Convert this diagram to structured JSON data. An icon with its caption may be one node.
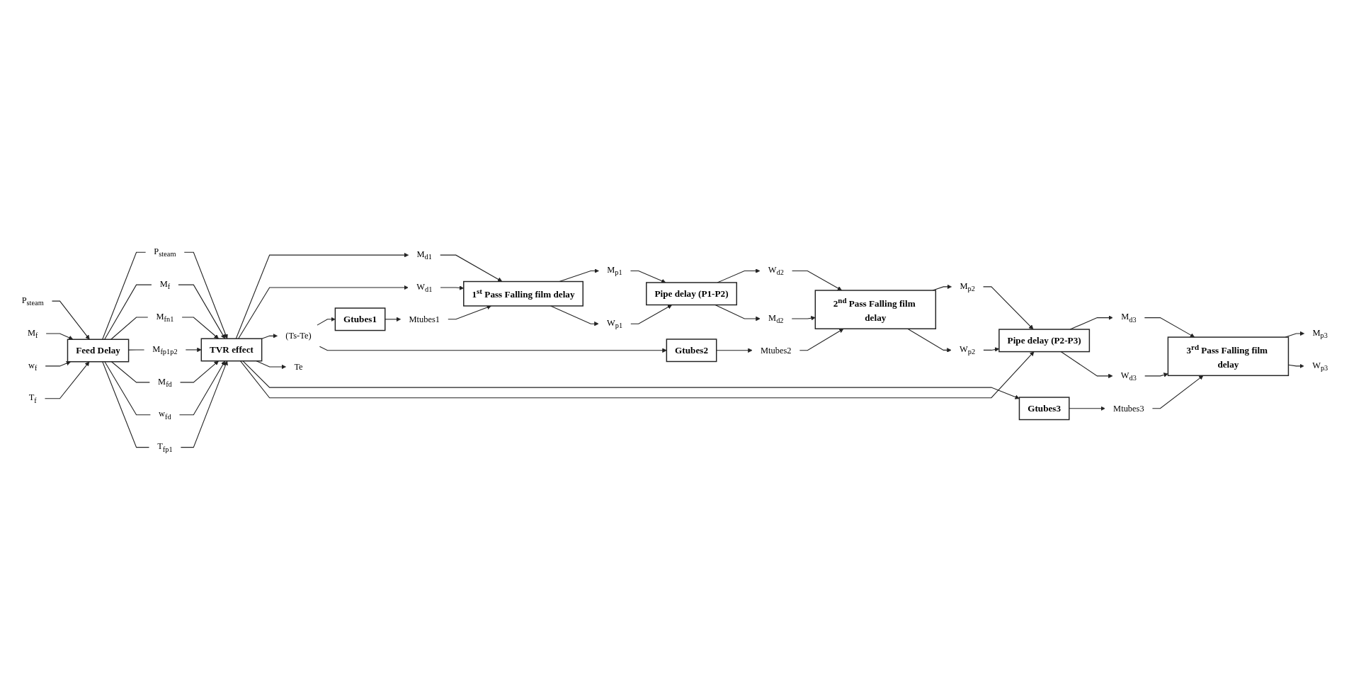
{
  "diagram": {
    "nodes": [
      {
        "text": [
          "TVR effect"
        ]
      },
      {
        "text": [
          "P$_{steam}$"
        ]
      },
      {
        "text": [
          "M$_{f}$"
        ]
      },
      {
        "text": [
          "Feed Delay"
        ]
      },
      {
        "text": [
          "P$_{steam}$"
        ]
      },
      {
        "text": [
          "M$_{d1}$"
        ]
      },
      {
        "text": [
          "1$^{st}$ Pass Falling film delay"
        ]
      },
      {
        "text": [
          "M$_{f}$"
        ]
      },
      {
        "text": [
          "M$_{fn1}$"
        ]
      },
      {
        "text": [
          "M$_{p1}$"
        ]
      },
      {
        "text": [
          "W$_{d1}$"
        ]
      },
      {
        "text": [
          "M$_{fp1p2}$"
        ]
      },
      {
        "text": [
          "W$_{p1}$"
        ]
      },
      {
        "text": [
          "Gtubes1"
        ]
      },
      {
        "text": [
          "Mtubes1"
        ]
      },
      {
        "text": [
          "(Ts-Te)"
        ]
      },
      {
        "text": [
          "M$_{fd}$"
        ]
      },
      {
        "text": [
          "w$_{f}$"
        ]
      },
      {
        "text": [
          "w$_{fd}$"
        ]
      },
      {
        "text": [
          "T$_{f}$"
        ]
      },
      {
        "text": [
          "Te"
        ]
      },
      {
        "text": [
          "T$_{fp1}$"
        ]
      },
      {
        "text": [
          "Pipe delay (P1-P2)"
        ]
      },
      {
        "text": [
          "Gtubes3"
        ]
      },
      {
        "text": [
          "Mtubes3"
        ]
      },
      {
        "text": [
          "Mtubes2"
        ]
      },
      {
        "text": [
          "Gtubes2"
        ]
      },
      {
        "text": [
          "W$_{d2}$"
        ]
      },
      {
        "text": [
          "M$_{d2}$"
        ]
      },
      {
        "text": [
          "2$^{nd}$ Pass Falling film delay"
        ]
      },
      {
        "text": [
          "Pipe delay (P2-P3)"
        ]
      },
      {
        "text": [
          "3$^{rd}$ Pass Falling film delay"
        ]
      },
      {
        "text": [
          "M$_{p2}$"
        ]
      },
      {
        "text": [
          "M$_{d3}$"
        ]
      },
      {
        "text": [
          "M$_{p3}$"
        ]
      },
      {
        "text": [
          "W$_{p2}$"
        ]
      },
      {
        "text": [
          "W$_{d3}$"
        ]
      },
      {
        "text": [
          "W$_{p3}$"
        ]
      }
    ],
    "edges": [
      {
        "from": 4,
        "to": 3,
        "arrow": "to"
      },
      {
        "from": 7,
        "to": 3,
        "arrow": "to"
      },
      {
        "from": 17,
        "to": 3,
        "arrow": "to"
      },
      {
        "from": 19,
        "to": 3,
        "arrow": "to"
      },
      {
        "from": 3,
        "to": 1,
        "arrow": "none"
      },
      {
        "from": 3,
        "to": 2,
        "arrow": "none"
      },
      {
        "from": 3,
        "to": 8,
        "arrow": "none"
      },
      {
        "from": 3,
        "to": 11,
        "arrow": "none"
      },
      {
        "from": 3,
        "to": 16,
        "arrow": "none"
      },
      {
        "from": 3,
        "to": 18,
        "arrow": "none"
      },
      {
        "from": 3,
        "to": 21,
        "arrow": "none"
      },
      {
        "from": 1,
        "to": 0,
        "arrow": "to"
      },
      {
        "from": 2,
        "to": 0,
        "arrow": "to"
      },
      {
        "from": 8,
        "to": 0,
        "arrow": "to"
      },
      {
        "from": 11,
        "to": 0,
        "arrow": "to"
      },
      {
        "from": 16,
        "to": 0,
        "arrow": "to"
      },
      {
        "from": 18,
        "to": 0,
        "arrow": "to"
      },
      {
        "from": 21,
        "to": 0,
        "arrow": "to"
      },
      {
        "from": 0,
        "to": 5,
        "arrow": "to"
      },
      {
        "from": 0,
        "to": 10,
        "arrow": "to"
      },
      {
        "from": 0,
        "to": 15,
        "arrow": "to"
      },
      {
        "from": 0,
        "to": 20,
        "arrow": "to"
      },
      {
        "from": 0,
        "to": 23,
        "arrow": "to"
      },
      {
        "from": 0,
        "to": 30,
        "arrow": "to"
      },
      {
        "from": 5,
        "to": 6,
        "arrow": "to"
      },
      {
        "from": 10,
        "to": 6,
        "arrow": "to"
      },
      {
        "from": 15,
        "to": 13,
        "arrow": "to"
      },
      {
        "from": 15,
        "to": 26,
        "arrow": "to"
      },
      {
        "from": 13,
        "to": 14,
        "arrow": "to"
      },
      {
        "from": 14,
        "to": 6,
        "arrow": "to"
      },
      {
        "from": 6,
        "to": 9,
        "arrow": "to"
      },
      {
        "from": 6,
        "to": 12,
        "arrow": "to"
      },
      {
        "from": 9,
        "to": 22,
        "arrow": "to"
      },
      {
        "from": 12,
        "to": 22,
        "arrow": "to"
      },
      {
        "from": 22,
        "to": 27,
        "arrow": "to"
      },
      {
        "from": 22,
        "to": 28,
        "arrow": "to"
      },
      {
        "from": 26,
        "to": 25,
        "arrow": "to"
      },
      {
        "from": 25,
        "to": 29,
        "arrow": "to"
      },
      {
        "from": 28,
        "to": 29,
        "arrow": "to"
      },
      {
        "from": 27,
        "to": 29,
        "arrow": "to"
      },
      {
        "from": 23,
        "to": 24,
        "arrow": "to"
      },
      {
        "from": 24,
        "to": 31,
        "arrow": "to"
      },
      {
        "from": 29,
        "to": 32,
        "arrow": "to"
      },
      {
        "from": 29,
        "to": 35,
        "arrow": "to"
      },
      {
        "from": 32,
        "to": 30,
        "arrow": "to"
      },
      {
        "from": 35,
        "to": 30,
        "arrow": "to"
      },
      {
        "from": 30,
        "to": 33,
        "arrow": "to"
      },
      {
        "from": 30,
        "to": 36,
        "arrow": "to"
      },
      {
        "from": 33,
        "to": 31,
        "arrow": "to"
      },
      {
        "from": 36,
        "to": 31,
        "arrow": "to"
      },
      {
        "from": 31,
        "to": 34,
        "arrow": "to"
      },
      {
        "from": 31,
        "to": 37,
        "arrow": "to"
      }
    ]
  }
}
